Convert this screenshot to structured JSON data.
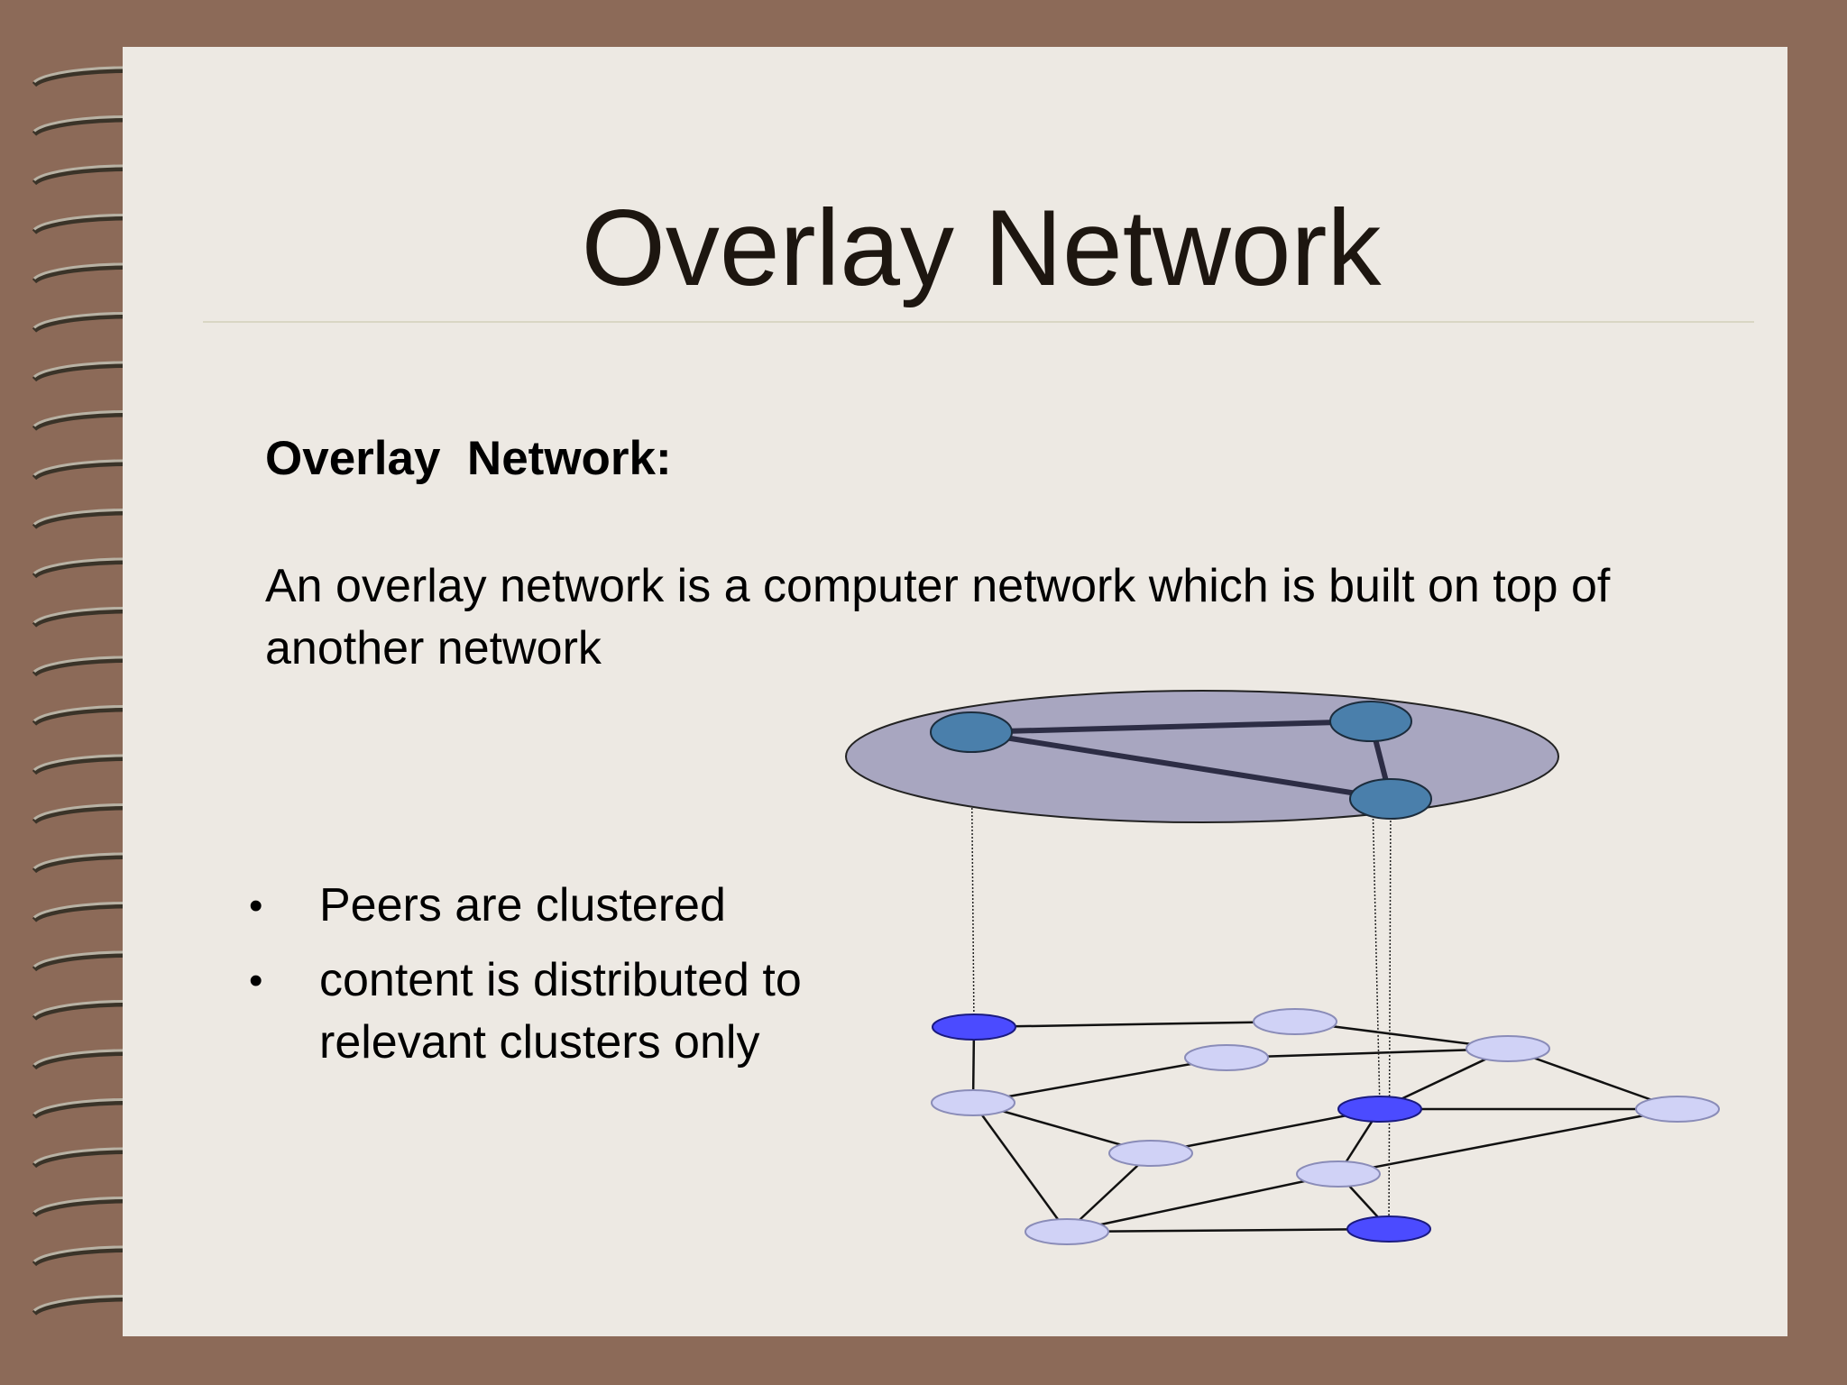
{
  "slide": {
    "title": "Overlay Network",
    "subheading": "Overlay  Network:",
    "description": "An overlay network is a computer network which is built on top of another network",
    "bullets": [
      "Peers are clustered",
      "content is distributed to relevant clusters only"
    ]
  },
  "colors": {
    "background": "#8c6a58",
    "page": "#ede9e3",
    "overlay_plane": "#a8a6c0",
    "overlay_node": "#4a7fab",
    "physical_node_highlight": "#4b4bff",
    "physical_node": "#d0d2f6",
    "text": "#000000"
  },
  "diagram": {
    "overlay_nodes": [
      "o1",
      "o2",
      "o3"
    ],
    "overlay_links": [
      [
        "o1",
        "o2"
      ],
      [
        "o2",
        "o3"
      ],
      [
        "o1",
        "o3"
      ]
    ],
    "physical_nodes": [
      {
        "id": "A",
        "highlight": true
      },
      {
        "id": "B",
        "highlight": false
      },
      {
        "id": "C",
        "highlight": false
      },
      {
        "id": "D",
        "highlight": false
      },
      {
        "id": "E",
        "highlight": false
      },
      {
        "id": "F",
        "highlight": true
      },
      {
        "id": "G",
        "highlight": false
      },
      {
        "id": "H",
        "highlight": false
      },
      {
        "id": "I",
        "highlight": false
      },
      {
        "id": "J",
        "highlight": false
      },
      {
        "id": "K",
        "highlight": true
      }
    ],
    "physical_links": [
      [
        "A",
        "B"
      ],
      [
        "A",
        "E"
      ],
      [
        "B",
        "D"
      ],
      [
        "C",
        "D"
      ],
      [
        "C",
        "E"
      ],
      [
        "D",
        "F"
      ],
      [
        "D",
        "H"
      ],
      [
        "E",
        "G"
      ],
      [
        "E",
        "J"
      ],
      [
        "F",
        "H"
      ],
      [
        "F",
        "I"
      ],
      [
        "G",
        "F"
      ],
      [
        "G",
        "J"
      ],
      [
        "I",
        "H"
      ],
      [
        "I",
        "K"
      ],
      [
        "J",
        "K"
      ],
      [
        "J",
        "I"
      ]
    ],
    "mappings": [
      [
        "o1",
        "A"
      ],
      [
        "o2",
        "F"
      ],
      [
        "o3",
        "K"
      ]
    ]
  }
}
